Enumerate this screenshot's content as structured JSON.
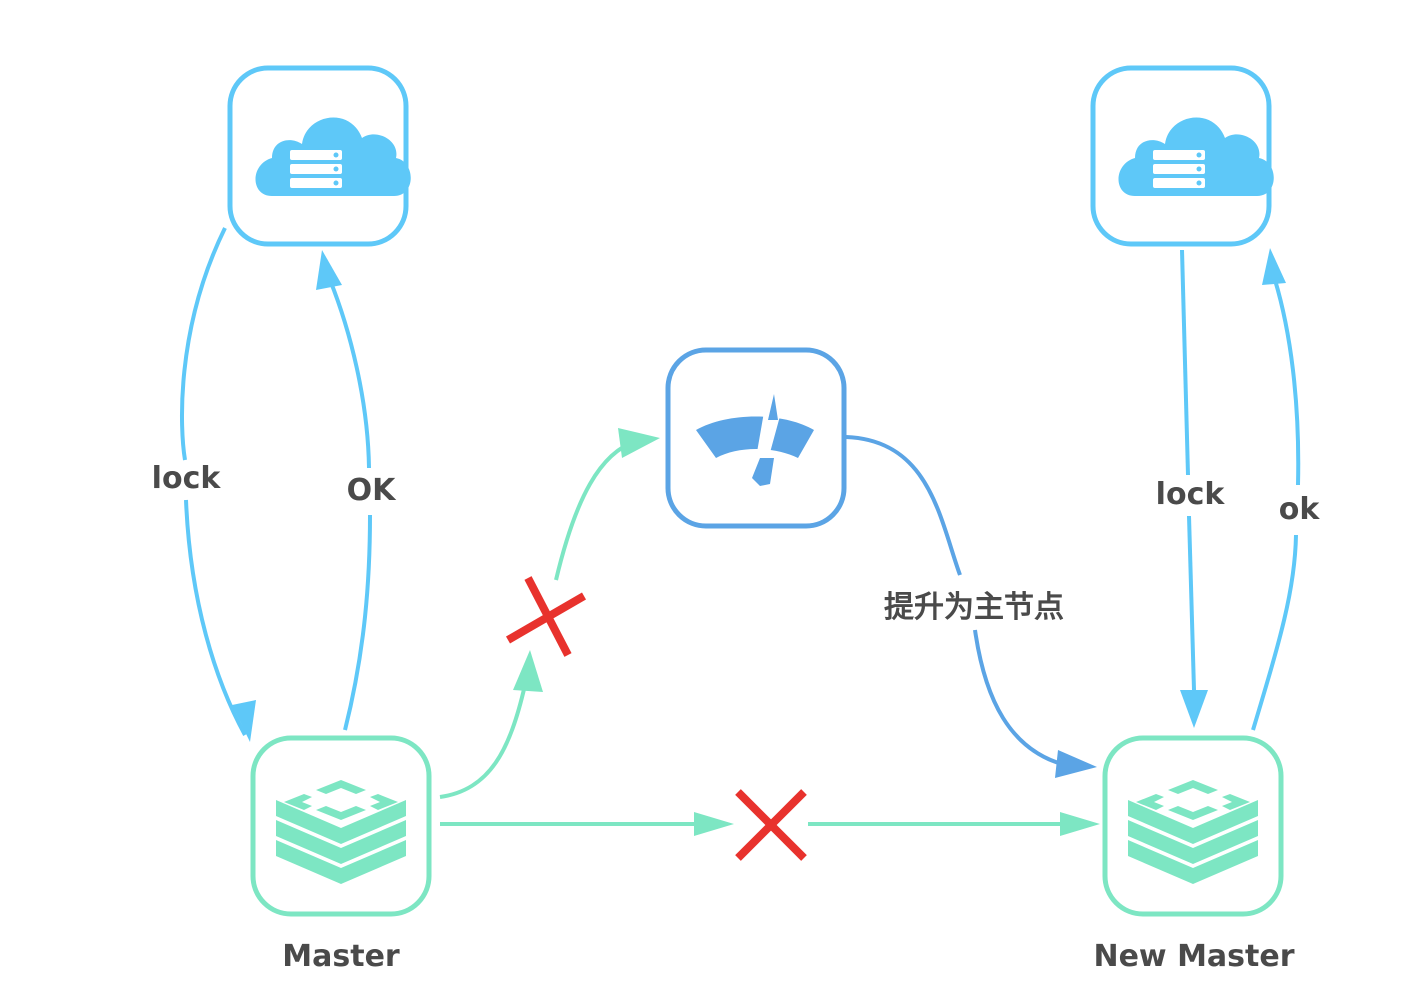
{
  "nodes": {
    "zk_left": {
      "icon": "cloud-server-icon"
    },
    "zk_right": {
      "icon": "cloud-server-icon"
    },
    "sentinel": {
      "icon": "sentinel-gauge-icon"
    },
    "master": {
      "icon": "redis-stack-icon",
      "label": "Master"
    },
    "new_master": {
      "icon": "redis-stack-icon",
      "label": "New Master"
    }
  },
  "edges": {
    "left_lock": "lock",
    "left_ok": "OK",
    "right_lock": "lock",
    "right_ok": "ok",
    "promote": "提升为主节点"
  },
  "colors": {
    "cloud": "#5ec8f8",
    "sentinel": "#5ba4e5",
    "redis": "#7de6c3",
    "cross": "#e8322d",
    "text": "#4a4a4a"
  }
}
